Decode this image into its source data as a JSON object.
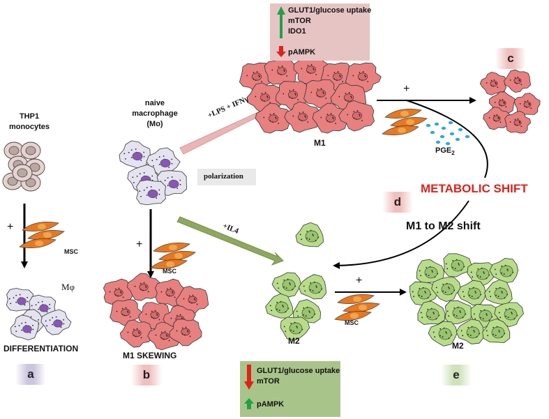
{
  "colors": {
    "m1_cell": "#e88080",
    "m2_cell": "#b8dd8a",
    "mono_cell": "#e6d2cf",
    "naive_cell": "#e4e3ef",
    "msc_cell": "#e87820",
    "pge2": "#2aa8e8",
    "up_arrow": "#1fa14a",
    "down_arrow": "#e3201b",
    "metabolic_shift": "#e3201b",
    "box_m1": "#e6c4c4",
    "box_m2": "#a9c48a",
    "arrow_m1": "#e9b5b5",
    "arrow_m2": "#8ea85f"
  },
  "labels": {
    "thp1": "THP1\nmonocytes",
    "naive": "naive\nmacrophage\n(Mo)",
    "m1_top": "M1",
    "m2_left": "M2",
    "m2_right": "M2",
    "mphi": "Mφ",
    "pge2": "PGE",
    "pge2_sub": "2",
    "msc_a": "MSC",
    "msc_b": "MSC",
    "msc_e": "MSC",
    "plus_a": "+",
    "plus_b": "+",
    "plus_c": "+",
    "plus_e": "+",
    "differentiation": "DIFFERENTIATION",
    "m1_skewing": "M1 SKEWING",
    "polarization": "polarization",
    "lps_ifn": "+LPS + IFNγ",
    "il4": "+IL4",
    "metabolic_shift": "METABOLIC SHIFT",
    "m1_to_m2": "M1 to  M2 shift"
  },
  "panels": {
    "a": "a",
    "b": "b",
    "c": "c",
    "d": "d",
    "e": "e"
  },
  "m1_box": {
    "up": [
      "GLUT1/glucose uptake",
      "mTOR",
      "IDO1"
    ],
    "down": [
      "pAMPK"
    ]
  },
  "m2_box": {
    "down": [
      "GLUT1/glucose uptake",
      "mTOR"
    ],
    "up": [
      "pAMPK"
    ]
  }
}
